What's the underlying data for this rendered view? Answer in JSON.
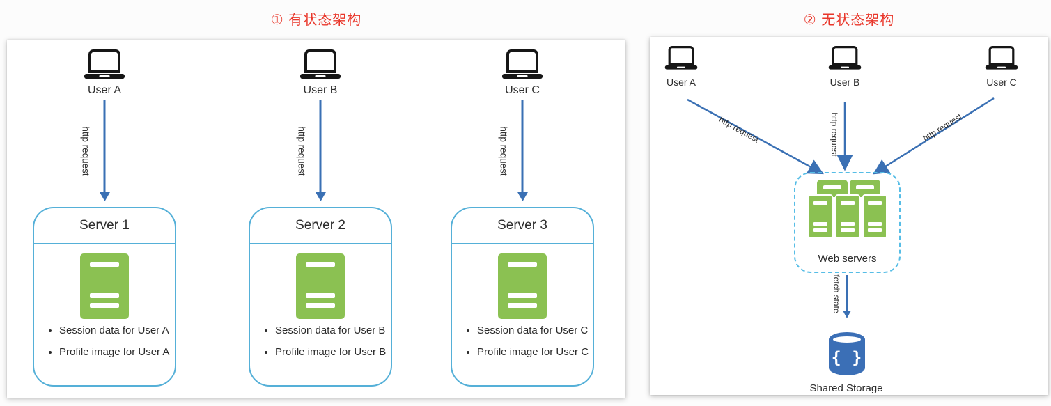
{
  "left": {
    "title": "① 有状态架构",
    "columns": [
      {
        "user": "User A",
        "arrow": "http request",
        "server": "Server 1",
        "items": [
          "Session data for User A",
          "Profile image for User A"
        ]
      },
      {
        "user": "User B",
        "arrow": "http request",
        "server": "Server 2",
        "items": [
          "Session data for User B",
          "Profile image for User B"
        ]
      },
      {
        "user": "User C",
        "arrow": "http request",
        "server": "Server 3",
        "items": [
          "Session data for User C",
          "Profile image for User C"
        ]
      }
    ]
  },
  "right": {
    "title": "② 无状态架构",
    "users": [
      {
        "name": "User A",
        "arrow": "http request"
      },
      {
        "name": "User B",
        "arrow": "http request"
      },
      {
        "name": "User C",
        "arrow": "http request"
      }
    ],
    "cluster_label": "Web servers",
    "fetch_label": "fetch state",
    "storage": {
      "label": "Shared Storage",
      "glyph": "{ }"
    }
  },
  "colors": {
    "title_red": "#e9362a",
    "arrow_blue": "#3a70b4",
    "box_border_blue": "#55b0d8",
    "dashed_border_blue": "#56bde6",
    "server_green": "#8bc152",
    "storage_blue": "#3b6fb6"
  }
}
